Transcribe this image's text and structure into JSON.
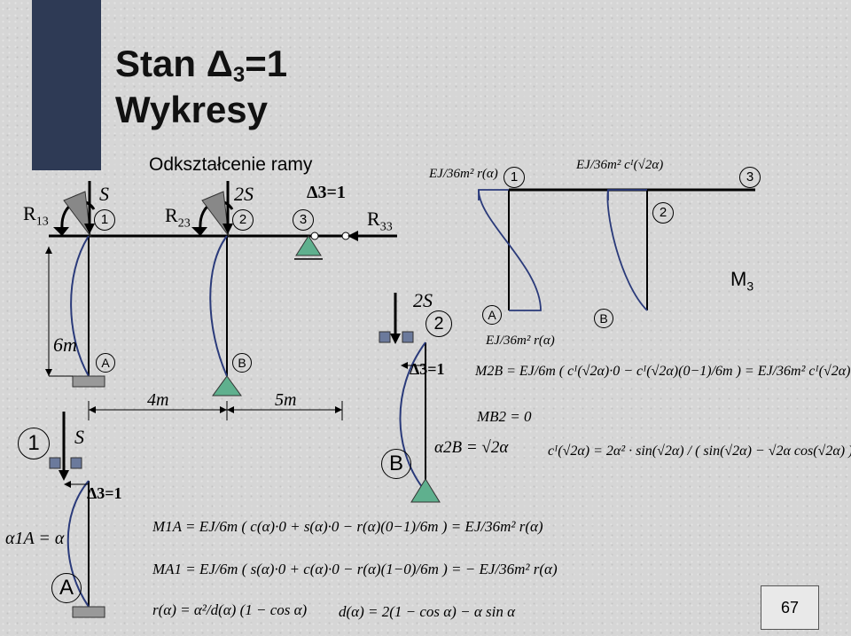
{
  "slide": {
    "title_line1": "Stan Δ3=1",
    "title_line2": "Wykresy",
    "subtitle": "Odkształcenie ramy",
    "page_number": "67"
  },
  "left_figure": {
    "labels": {
      "R13": "R",
      "R13_sub": "13",
      "R23": "R",
      "R23_sub": "23",
      "R33": "R",
      "R33_sub": "33",
      "S": "S",
      "twoS": "2S",
      "delta3": "Δ3=1",
      "height": "6m",
      "span1": "4m",
      "span2": "5m",
      "node1": "1",
      "node2": "2",
      "node3": "3",
      "support_A": "A",
      "support_B": "B",
      "detail_node": "1",
      "detail_S": "S",
      "detail_delta": "Δ3=1",
      "detail_A": "A",
      "alpha1A": "α1A = α"
    }
  },
  "middle_figure": {
    "twoS": "2S",
    "node2": "2",
    "delta3": "Δ3=1",
    "support_B": "B",
    "alpha2B": "α2B = √2α"
  },
  "right_figure": {
    "moment_top_left": "EJ/36m² r(α)",
    "moment_top_right": "EJ/36m² cᴵ(√2α)",
    "node1": "1",
    "node2": "2",
    "node3": "3",
    "support_A": "A",
    "support_B": "B",
    "diagram_label": "M3",
    "side_value": "EJ/36m² r(α)"
  },
  "equations": {
    "M2B": "M2B = EJ/6m ( cᴵ(√2α)·0 − cᴵ(√2α)(0−1)/6m ) = EJ/36m² cᴵ(√2α)",
    "MB2": "MB2 = 0",
    "cI": "cᴵ(√2α) = 2α² · sin(√2α) / ( sin(√2α) − √2α cos(√2α) )",
    "M1A": "M1A = EJ/6m ( c(α)·0 + s(α)·0 − r(α)(0−1)/6m ) = EJ/36m² r(α)",
    "MA1": "MA1 = EJ/6m ( s(α)·0 + c(α)·0 − r(α)(1−0)/6m ) = − EJ/36m² r(α)",
    "r": "r(α) = α²/d(α) (1 − cos α)",
    "d": "d(α) = 2(1 − cos α) − α sin α"
  },
  "colors": {
    "background": "#d6d6d6",
    "sidebar": "#2e3a55",
    "support_fill": "#5fb08e",
    "curve": "#2a3a7a",
    "arrow_gray": "#888888"
  }
}
